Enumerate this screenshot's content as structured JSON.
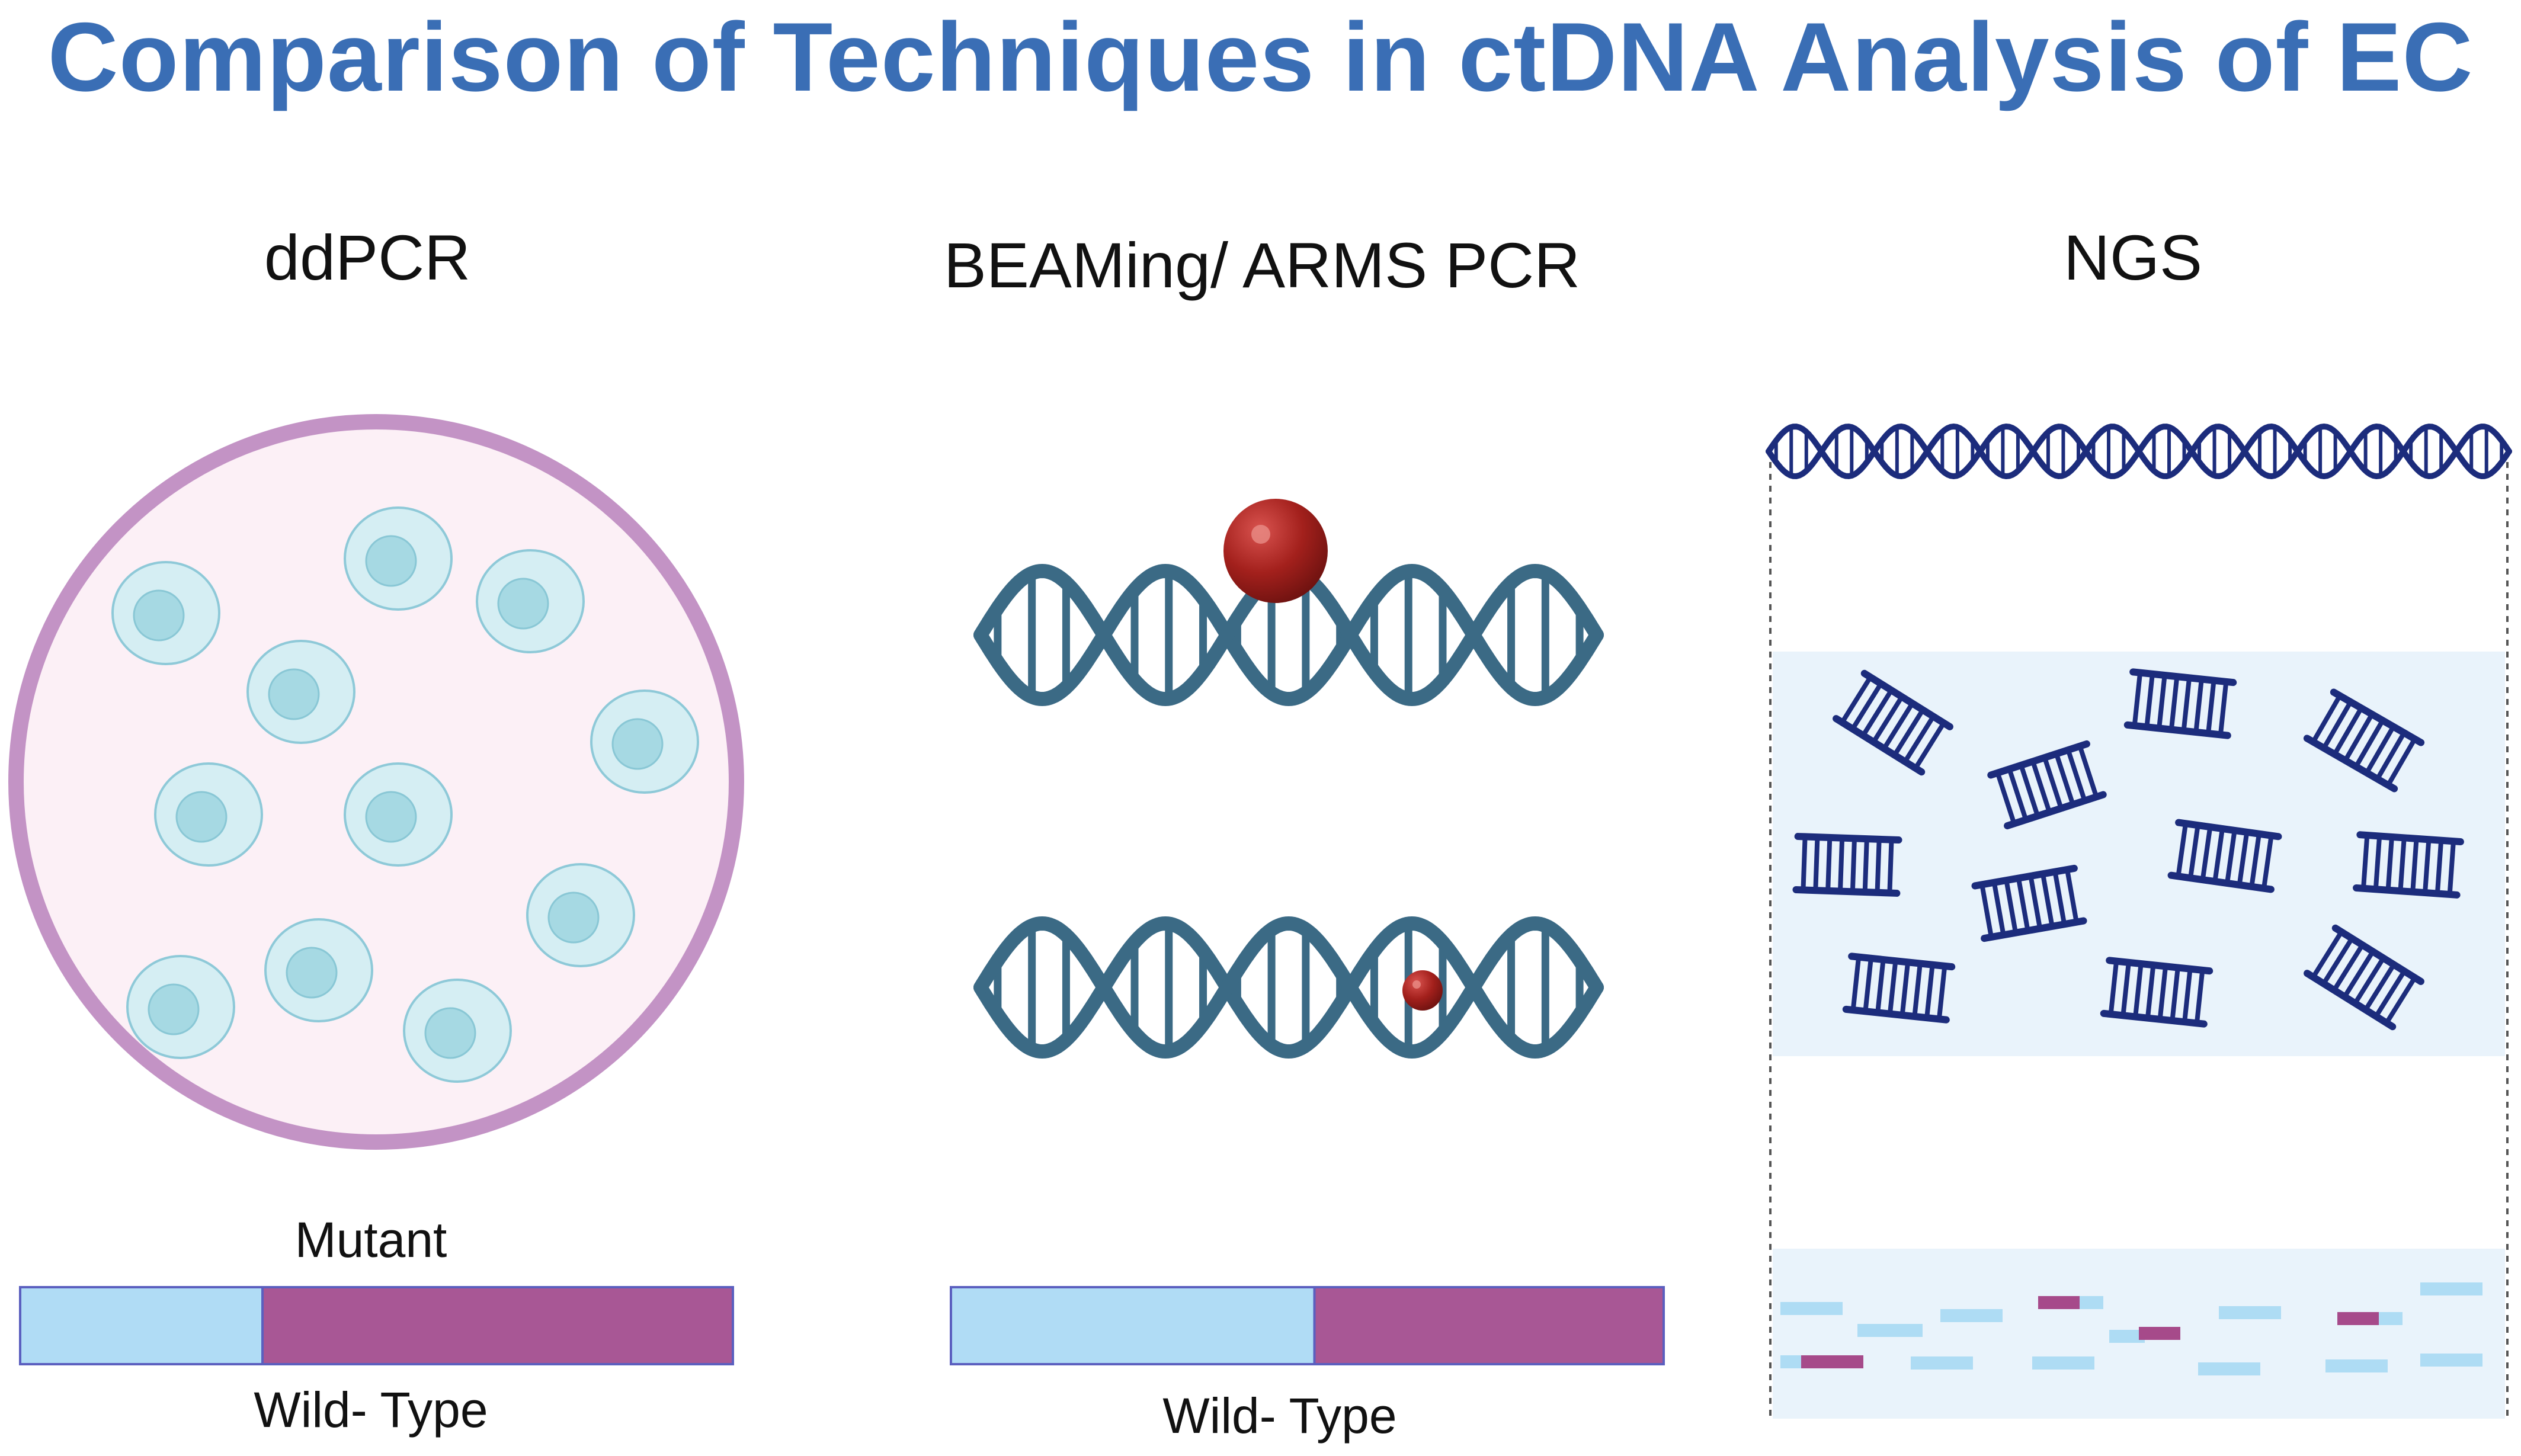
{
  "title": "Comparison of Techniques in ctDNA Analysis of EC",
  "columns": {
    "ddpcr": "ddPCR",
    "beaming": "BEAMing/ ARMS PCR",
    "ngs": "NGS"
  },
  "labels": {
    "ddpcr_mutant": "Mutant",
    "ddpcr_wildtype": "Wild- Type",
    "beaming_wildtype": "Wild- Type"
  },
  "colors": {
    "title": "#3a6eb5",
    "droplet_border": "#c393c5",
    "droplet_fill": "#fcf0f6",
    "cell_fill": "#d5eef3",
    "cell_nucleus": "#a6d9e3",
    "dna_teal": "#3b6a85",
    "bead": "#a3201c",
    "dna_navy": "#1c2c7c",
    "ngs_panel": "#e9f3fb",
    "bar_wildtype": "#b0dcf5",
    "bar_mutant": "#a85795",
    "read_blue": "#aedcf4",
    "read_mutant": "#a64a8a"
  },
  "diagram": {
    "ddpcr_wildtype_fraction": 0.34,
    "beaming_wildtype_fraction": 0.51
  }
}
